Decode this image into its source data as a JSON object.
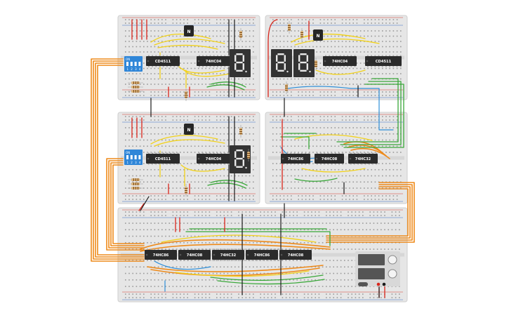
{
  "colors": {
    "background": "#ffffff",
    "breadboard": "#e6e6e6",
    "breadboard_center": "#d6d6d6",
    "hole": "#9a9a9a",
    "rail_red": "#d33a2c",
    "rail_blue": "#3a6fc4",
    "chip": "#2b2b2b",
    "display": "#333333",
    "segment": "#e8e8e8",
    "dip_switch": "#2f86d8",
    "transistor": "#262626",
    "resistor": "#d9b27a",
    "wire_orange": "#ee8a1a",
    "wire_yellow": "#f2d21a",
    "wire_green": "#3aa83a",
    "wire_red": "#d9261c",
    "wire_black": "#1a1a1a",
    "wire_blue": "#2f8fd8",
    "wire_cyan": "#3fb6d8",
    "supply_screen": "#555555"
  },
  "chips": {
    "tl_1": "CD4511",
    "tl_2": "74HC04",
    "tr_1": "74HC04",
    "tr_2": "CD4511",
    "ml_1": "CD4511",
    "ml_2": "74HC04",
    "mr_1": "74HC86",
    "mr_2": "74HC08",
    "mr_3": "74HC32",
    "bot_1": "74HC86",
    "bot_2": "74HC08",
    "bot_3": "74HC32",
    "bot_4": "74HC86",
    "bot_5": "74HC08"
  },
  "transistor_label": "N",
  "dip": {
    "on_label": "ON",
    "numbers": [
      "1",
      "2",
      "3",
      "4"
    ]
  }
}
